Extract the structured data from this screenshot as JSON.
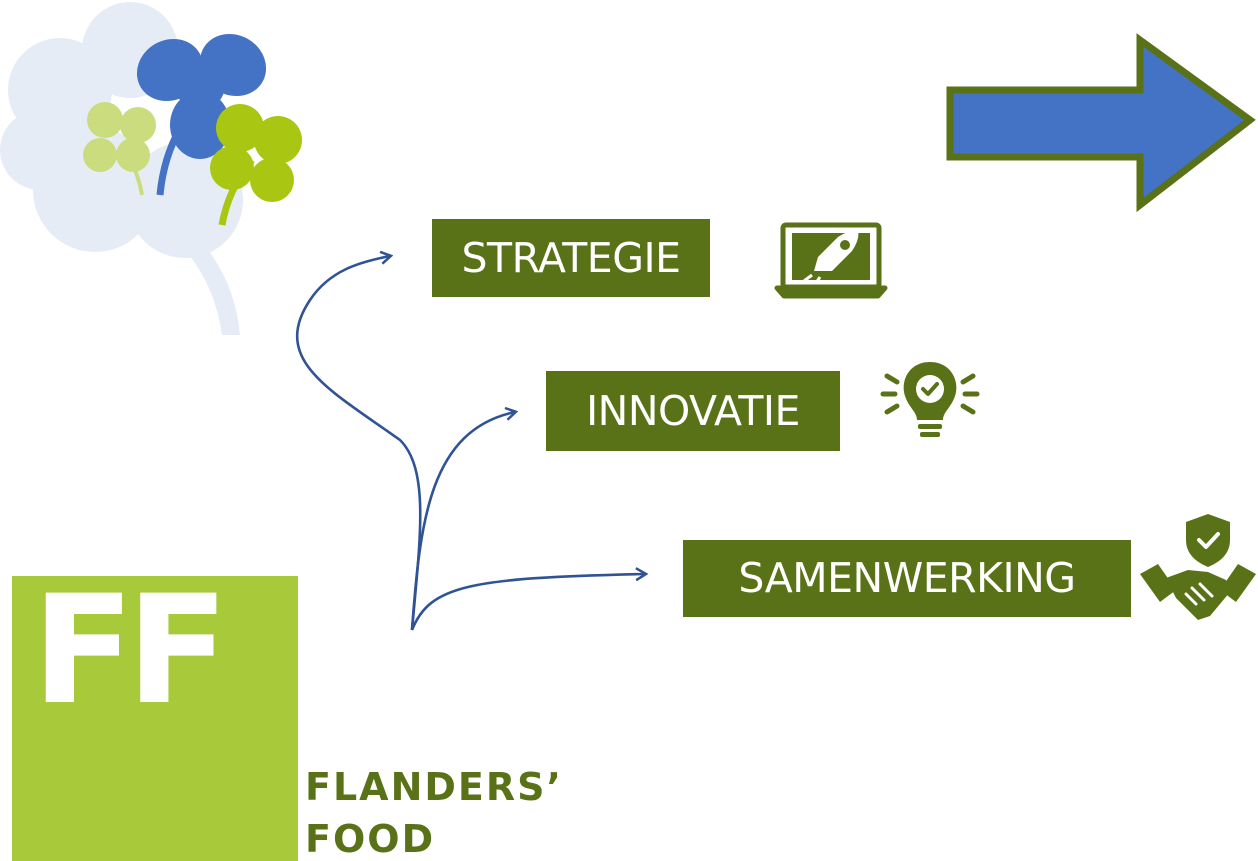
{
  "labels": {
    "strategie": "STRATEGIE",
    "innovatie": "INNOVATIE",
    "samenwerking": "SAMENWERKING"
  },
  "logo": {
    "letters": "FF",
    "name_line1": "FLANDERS’",
    "name_line2": "FOOD"
  },
  "colors": {
    "label_bg": "#5a7217",
    "label_text": "#ffffff",
    "connector": "#2f5395",
    "arrow_fill": "#4472c4",
    "arrow_border": "#5a7217",
    "logo_green": "#a7c93a",
    "clover_blue": "#4472c4",
    "clover_lime": "#a9c612"
  },
  "icons": [
    "clover-icon",
    "rocket-laptop-icon",
    "lightbulb-check-icon",
    "handshake-shield-icon",
    "right-arrow-icon"
  ]
}
